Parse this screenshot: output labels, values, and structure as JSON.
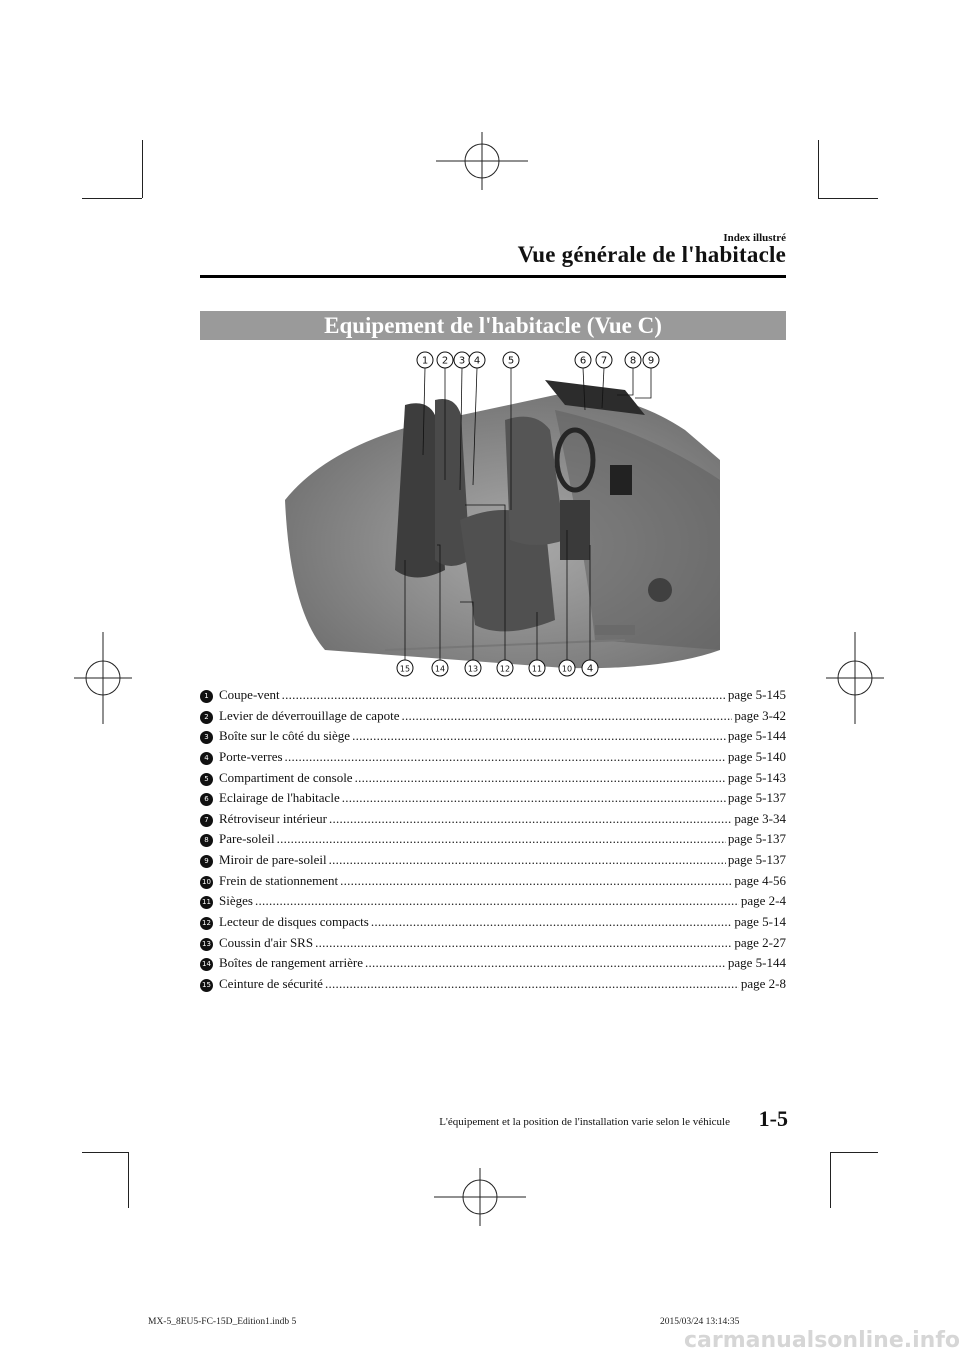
{
  "header": {
    "section_label": "Index illustré",
    "title": "Vue générale de l'habitacle"
  },
  "banner": {
    "title": "Equipement de l'habitacle (Vue C)"
  },
  "illustration": {
    "top_callouts": [
      "1",
      "2",
      "3",
      "4",
      "5",
      "6",
      "7",
      "8",
      "9"
    ],
    "bottom_callouts": [
      "15",
      "14",
      "13",
      "12",
      "11",
      "10",
      "4"
    ]
  },
  "index_items": [
    {
      "num": "1",
      "label": "Coupe-vent",
      "page": "page 5-145"
    },
    {
      "num": "2",
      "label": "Levier de déverrouillage de capote",
      "page": "page 3-42"
    },
    {
      "num": "3",
      "label": "Boîte sur le côté du siège",
      "page": "page 5-144"
    },
    {
      "num": "4",
      "label": "Porte-verres",
      "page": "page 5-140"
    },
    {
      "num": "5",
      "label": "Compartiment de console",
      "page": "page 5-143"
    },
    {
      "num": "6",
      "label": "Eclairage de l'habitacle",
      "page": "page 5-137"
    },
    {
      "num": "7",
      "label": "Rétroviseur intérieur",
      "page": "page 3-34"
    },
    {
      "num": "8",
      "label": "Pare-soleil",
      "page": "page 5-137"
    },
    {
      "num": "9",
      "label": "Miroir de pare-soleil",
      "page": "page 5-137"
    },
    {
      "num": "10",
      "label": "Frein de stationnement",
      "page": "page 4-56"
    },
    {
      "num": "11",
      "label": "Sièges",
      "page": "page 2-4"
    },
    {
      "num": "12",
      "label": "Lecteur de disques compacts",
      "page": "page 5-14"
    },
    {
      "num": "13",
      "label": "Coussin d'air SRS",
      "page": "page 2-27"
    },
    {
      "num": "14",
      "label": "Boîtes de rangement arrière",
      "page": "page 5-144"
    },
    {
      "num": "15",
      "label": "Ceinture de sécurité",
      "page": "page 2-8"
    }
  ],
  "footer": {
    "note": "L'équipement et la position de l'installation varie selon le véhicule",
    "page_number": "1-5",
    "file_info": "MX-5_8EU5-FC-15D_Edition1.indb   5",
    "print_date": "2015/03/24   13:14:35",
    "watermark": "carmanualsonline.info"
  },
  "colors": {
    "banner_bg": "#9a9a9a",
    "illustration_bg": "#8c8c8c",
    "text": "#111111",
    "watermark": "#d6d6d6"
  }
}
